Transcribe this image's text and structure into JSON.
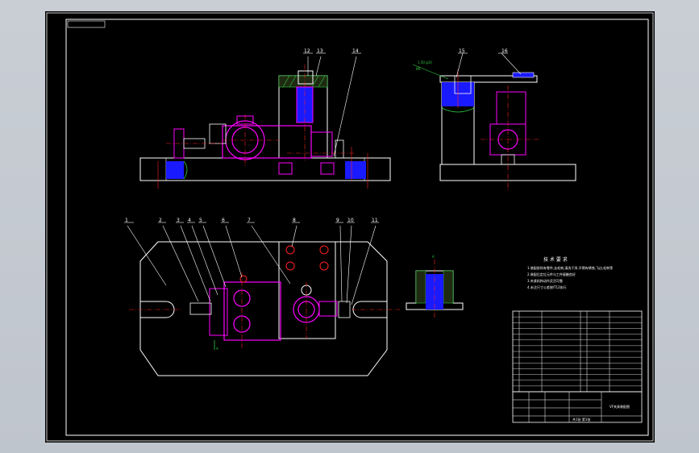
{
  "colors": {
    "background": "#000000",
    "outline": "#ffffff",
    "part": "#ff00ff",
    "section": "#1a1aff",
    "centerline": "#ff2020",
    "hatch": "#2ecc40",
    "annotation": "#ffff00",
    "callout": "#ffffff"
  },
  "balloons": {
    "front": [
      "12",
      "13",
      "14"
    ],
    "side": [
      "15",
      "16"
    ],
    "plan": [
      "1",
      "2",
      "3",
      "4",
      "5",
      "6",
      "7",
      "8",
      "9",
      "10",
      "11"
    ]
  },
  "side_note": [
    "1.50 g10",
    "BR"
  ],
  "section_label": "A",
  "tech_req": {
    "title": "技 术 要 求",
    "lines": [
      "1.装配前所有零件,去毛刺,清洗干净,不得有锈蚀,飞边,毛刺等",
      "2.装配后定位元件与工件接触良好",
      "3.夹紧机构动作灵活可靠",
      "4.未注尺寸公差按IT12执行"
    ]
  },
  "parts_table": {
    "rows": 14
  },
  "title_block": {
    "drawing_name": "VF夹具装配图",
    "sheet": "共1张 第1张"
  }
}
